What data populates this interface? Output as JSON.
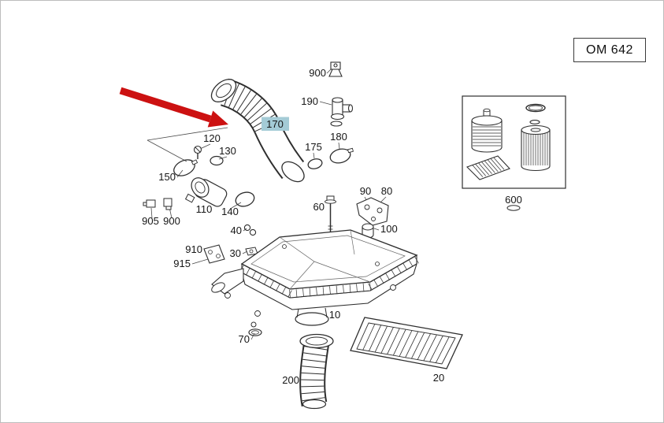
{
  "page": {
    "engine_code": "OM 642",
    "background_color": "#ffffff",
    "border_color": "#bdbdbd"
  },
  "annotation": {
    "selected_part": "170",
    "highlight_color": "#a4cbd6",
    "arrow_color": "#cc1111",
    "line_color": "#2e2e2e"
  },
  "parts": {
    "p900_top": "900",
    "p190": "190",
    "p170": "170",
    "p120": "120",
    "p130": "130",
    "p175": "175",
    "p180": "180",
    "p150": "150",
    "p110": "110",
    "p140": "140",
    "p905": "905",
    "p900_mid": "900",
    "p90": "90",
    "p80": "80",
    "p100": "100",
    "p60": "60",
    "p40": "40",
    "p30": "30",
    "p910": "910",
    "p915": "915",
    "p10": "10",
    "p70": "70",
    "p200": "200",
    "p20": "20",
    "p600": "600"
  }
}
